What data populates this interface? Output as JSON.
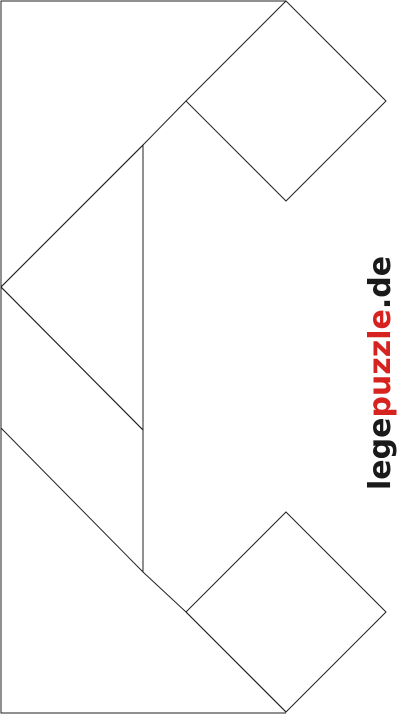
{
  "brand": {
    "part1": "lege",
    "part2": "puzzle",
    "part3": ".de",
    "color_dark": "#1a1a1a",
    "color_red": "#d6231f"
  },
  "diagram": {
    "line_color": "#222222",
    "background": "#ffffff"
  }
}
